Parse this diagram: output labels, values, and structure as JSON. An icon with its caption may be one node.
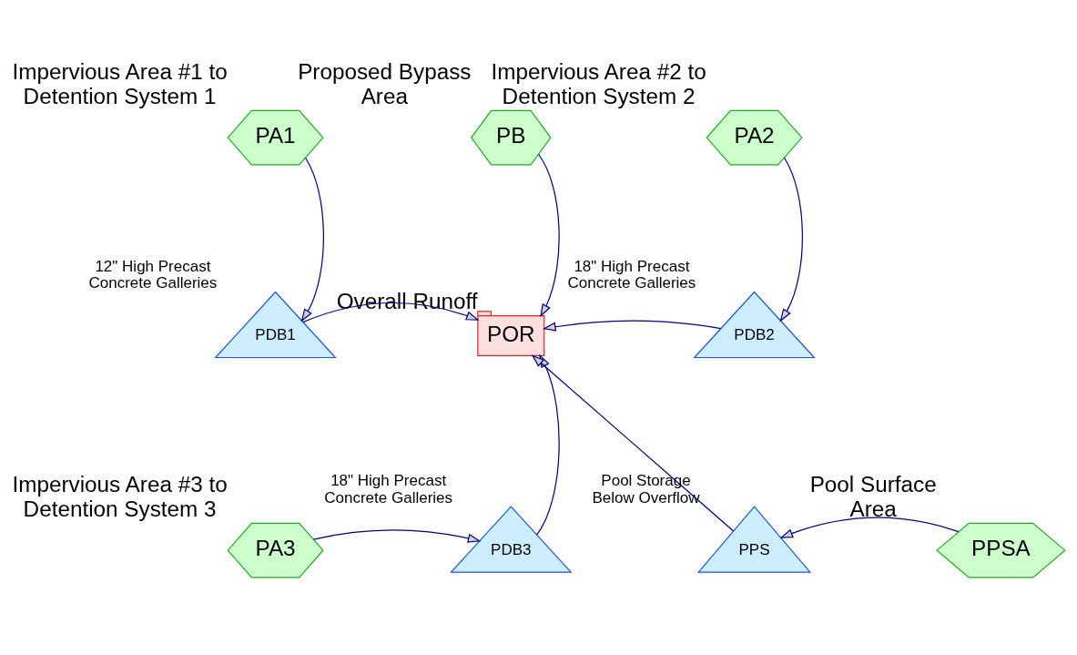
{
  "diagram": {
    "nodes": [
      {
        "text": [
          "PA1"
        ],
        "beside": [
          "Impervious Area #1 to Detention System 1"
        ]
      },
      {
        "text": [
          "PB"
        ],
        "beside": [
          "Proposed Bypass Area"
        ]
      },
      {
        "text": [
          "PA2"
        ],
        "beside": [
          "Impervious Area #2 to Detention System 2"
        ]
      },
      {
        "text": [
          "PDB1"
        ],
        "beside": [
          "12\" High Precast Concrete Galleries"
        ]
      },
      {
        "text": [
          "POR"
        ],
        "beside": [
          "Overall Runoff"
        ]
      },
      {
        "text": [
          "PDB2"
        ],
        "beside": [
          "18\" High Precast Concrete Galleries"
        ]
      },
      {
        "text": [
          "PA3"
        ],
        "beside": [
          "Impervious Area #3 to Detention System 3"
        ]
      },
      {
        "text": [
          "PDB3"
        ],
        "beside": [
          "18\" High Precast Concrete Galleries"
        ]
      },
      {
        "text": [
          "PPS"
        ],
        "beside": [
          "Pool Storage Below Overflow"
        ]
      },
      {
        "text": [
          "PPSA"
        ],
        "beside": [
          "Pool Surface Area"
        ]
      }
    ],
    "edges": [
      {
        "from": 0,
        "to": 3,
        "arrow": "to"
      },
      {
        "from": 1,
        "to": 4,
        "arrow": "to"
      },
      {
        "from": 2,
        "to": 5,
        "arrow": "to"
      },
      {
        "from": 3,
        "to": 4,
        "arrow": "to"
      },
      {
        "from": 5,
        "to": 4,
        "arrow": "to"
      },
      {
        "from": 7,
        "to": 4,
        "arrow": "to"
      },
      {
        "from": 8,
        "to": 4,
        "arrow": "to"
      },
      {
        "from": 6,
        "to": 7,
        "arrow": "to"
      },
      {
        "from": 9,
        "to": 8,
        "arrow": "to"
      }
    ]
  }
}
